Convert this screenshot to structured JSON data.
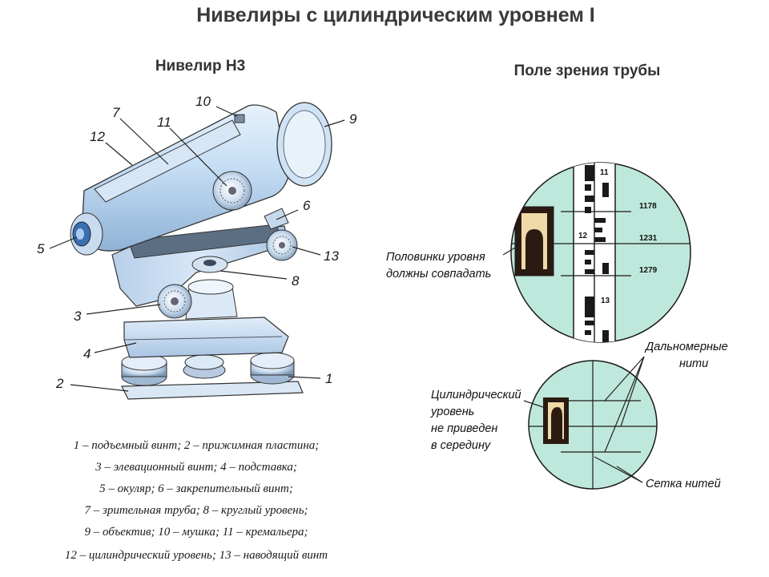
{
  "title": "Нивелиры с цилиндрическим уровнем I",
  "left_title": "Нивелир Н3",
  "right_title": "Поле зрения трубы",
  "part_numbers": [
    "1",
    "2",
    "3",
    "4",
    "5",
    "6",
    "7",
    "8",
    "9",
    "10",
    "11",
    "12",
    "13"
  ],
  "legend": [
    "1 – подъемный винт; 2 – прижимная пластина;",
    "3 – элевационный винт; 4 – подставка;",
    "5 – окуляр; 6 – закрепительный винт;",
    "7 – зрительная труба; 8 – круглый уровень;",
    "9 – объектив; 10 – мушка; 11 – кремальера;",
    "12 – цилиндрический уровень; 13 – наводящий винт"
  ],
  "field_view": {
    "staff_marks": [
      "11",
      "12",
      "13"
    ],
    "readings": [
      "1178",
      "1231",
      "1279"
    ],
    "halves_note": [
      "Половинки уровня",
      "должны совпадать"
    ]
  },
  "reticle": {
    "stadia_note": [
      "Дальномерные",
      "нити"
    ],
    "level_note": [
      "Цилиндрический",
      "уровень",
      "не приведен",
      "в середину"
    ],
    "grid_note": "Сетка нитей"
  },
  "colors": {
    "body": "#c4dcf3",
    "field": "#bfe8dc",
    "outline": "#1a1a1a"
  }
}
